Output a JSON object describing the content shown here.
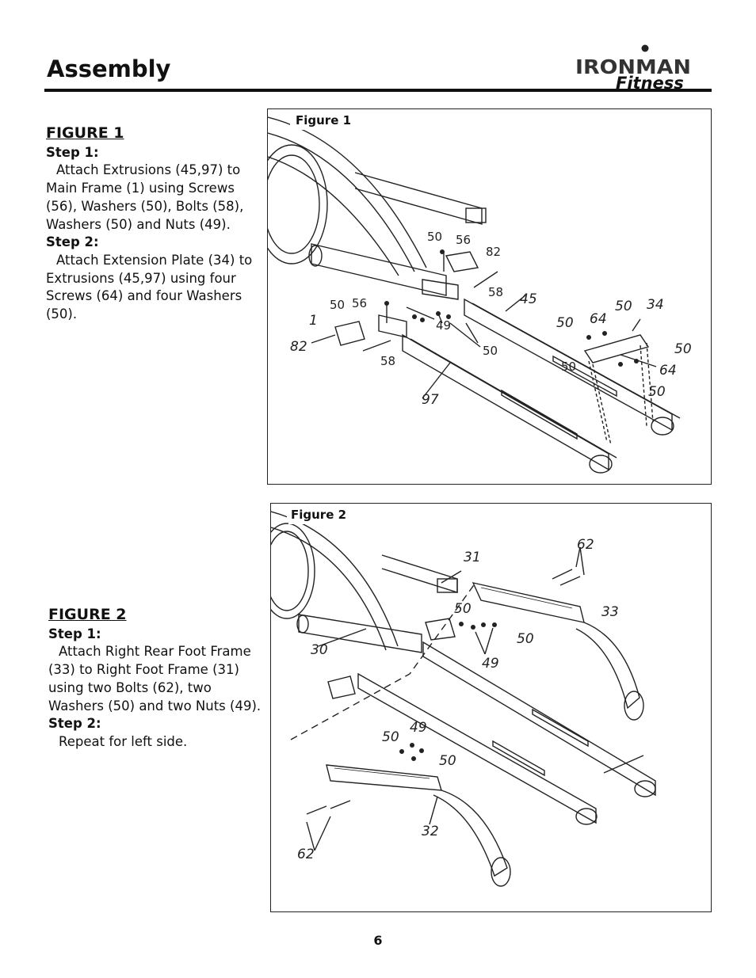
{
  "page": {
    "title": "Assembly",
    "page_number": "6",
    "logo": {
      "word": "IRONMAN",
      "sub": "Fitness"
    }
  },
  "section1": {
    "heading": "FIGURE 1",
    "step1_label": "Step 1:",
    "step1_text": "Attach Extrusions (45,97) to Main Frame (1) using Screws (56), Washers (50), Bolts (58), Washers (50) and Nuts (49).",
    "step2_label": "Step 2:",
    "step2_text": "Attach Extension Plate (34) to Extrusions (45,97) using four Screws (64) and four Washers (50)."
  },
  "section2": {
    "heading": "FIGURE 2",
    "step1_label": "Step 1:",
    "step1_text": "Attach Right Rear Foot Frame (33) to Right Foot Frame (31) using two Bolts (62), two Washers (50) and two Nuts (49).",
    "step2_label": "Step 2:",
    "step2_text": "Repeat for left side."
  },
  "figure1": {
    "label": "Figure 1",
    "callouts": [
      "50",
      "56",
      "82",
      "58",
      "45",
      "50",
      "64",
      "50",
      "34",
      "50",
      "56",
      "1",
      "82",
      "49",
      "50",
      "58",
      "97",
      "50",
      "64",
      "50",
      "50"
    ]
  },
  "figure2": {
    "label": "Figure 2",
    "callouts": [
      "31",
      "62",
      "50",
      "33",
      "50",
      "30",
      "49",
      "50",
      "49",
      "50",
      "32",
      "62"
    ]
  }
}
